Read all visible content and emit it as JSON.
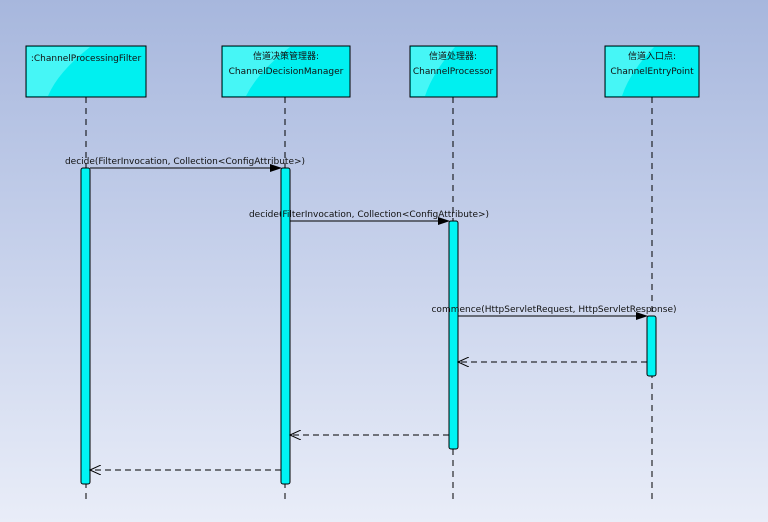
{
  "participants": [
    {
      "id": "p1",
      "line1": ":ChannelProcessingFilter",
      "line2": ""
    },
    {
      "id": "p2",
      "line1": "信道决策管理器:",
      "line2": "ChannelDecisionManager"
    },
    {
      "id": "p3",
      "line1": "信道处理器:",
      "line2": "ChannelProcessor"
    },
    {
      "id": "p4",
      "line1": "信道入口点:",
      "line2": "ChannelEntryPoint"
    }
  ],
  "messages": [
    {
      "label": "decide(FilterInvocation, Collection<ConfigAttribute>)",
      "from": "p1",
      "to": "p2",
      "kind": "sync"
    },
    {
      "label": "decide(FilterInvocation, Collection<ConfigAttribute>)",
      "from": "p2",
      "to": "p3",
      "kind": "sync"
    },
    {
      "label": "commence(HttpServletRequest, HttpServletResponse)",
      "from": "p3",
      "to": "p4",
      "kind": "sync"
    },
    {
      "label": "",
      "from": "p4",
      "to": "p3",
      "kind": "return"
    },
    {
      "label": "",
      "from": "p3",
      "to": "p2",
      "kind": "return"
    },
    {
      "label": "",
      "from": "p2",
      "to": "p1",
      "kind": "return"
    }
  ],
  "colors": {
    "box_fill": "#00f0f0",
    "box_highlight": "#7ffcfc",
    "activation_fill": "#00f4f4",
    "line": "#000000"
  }
}
